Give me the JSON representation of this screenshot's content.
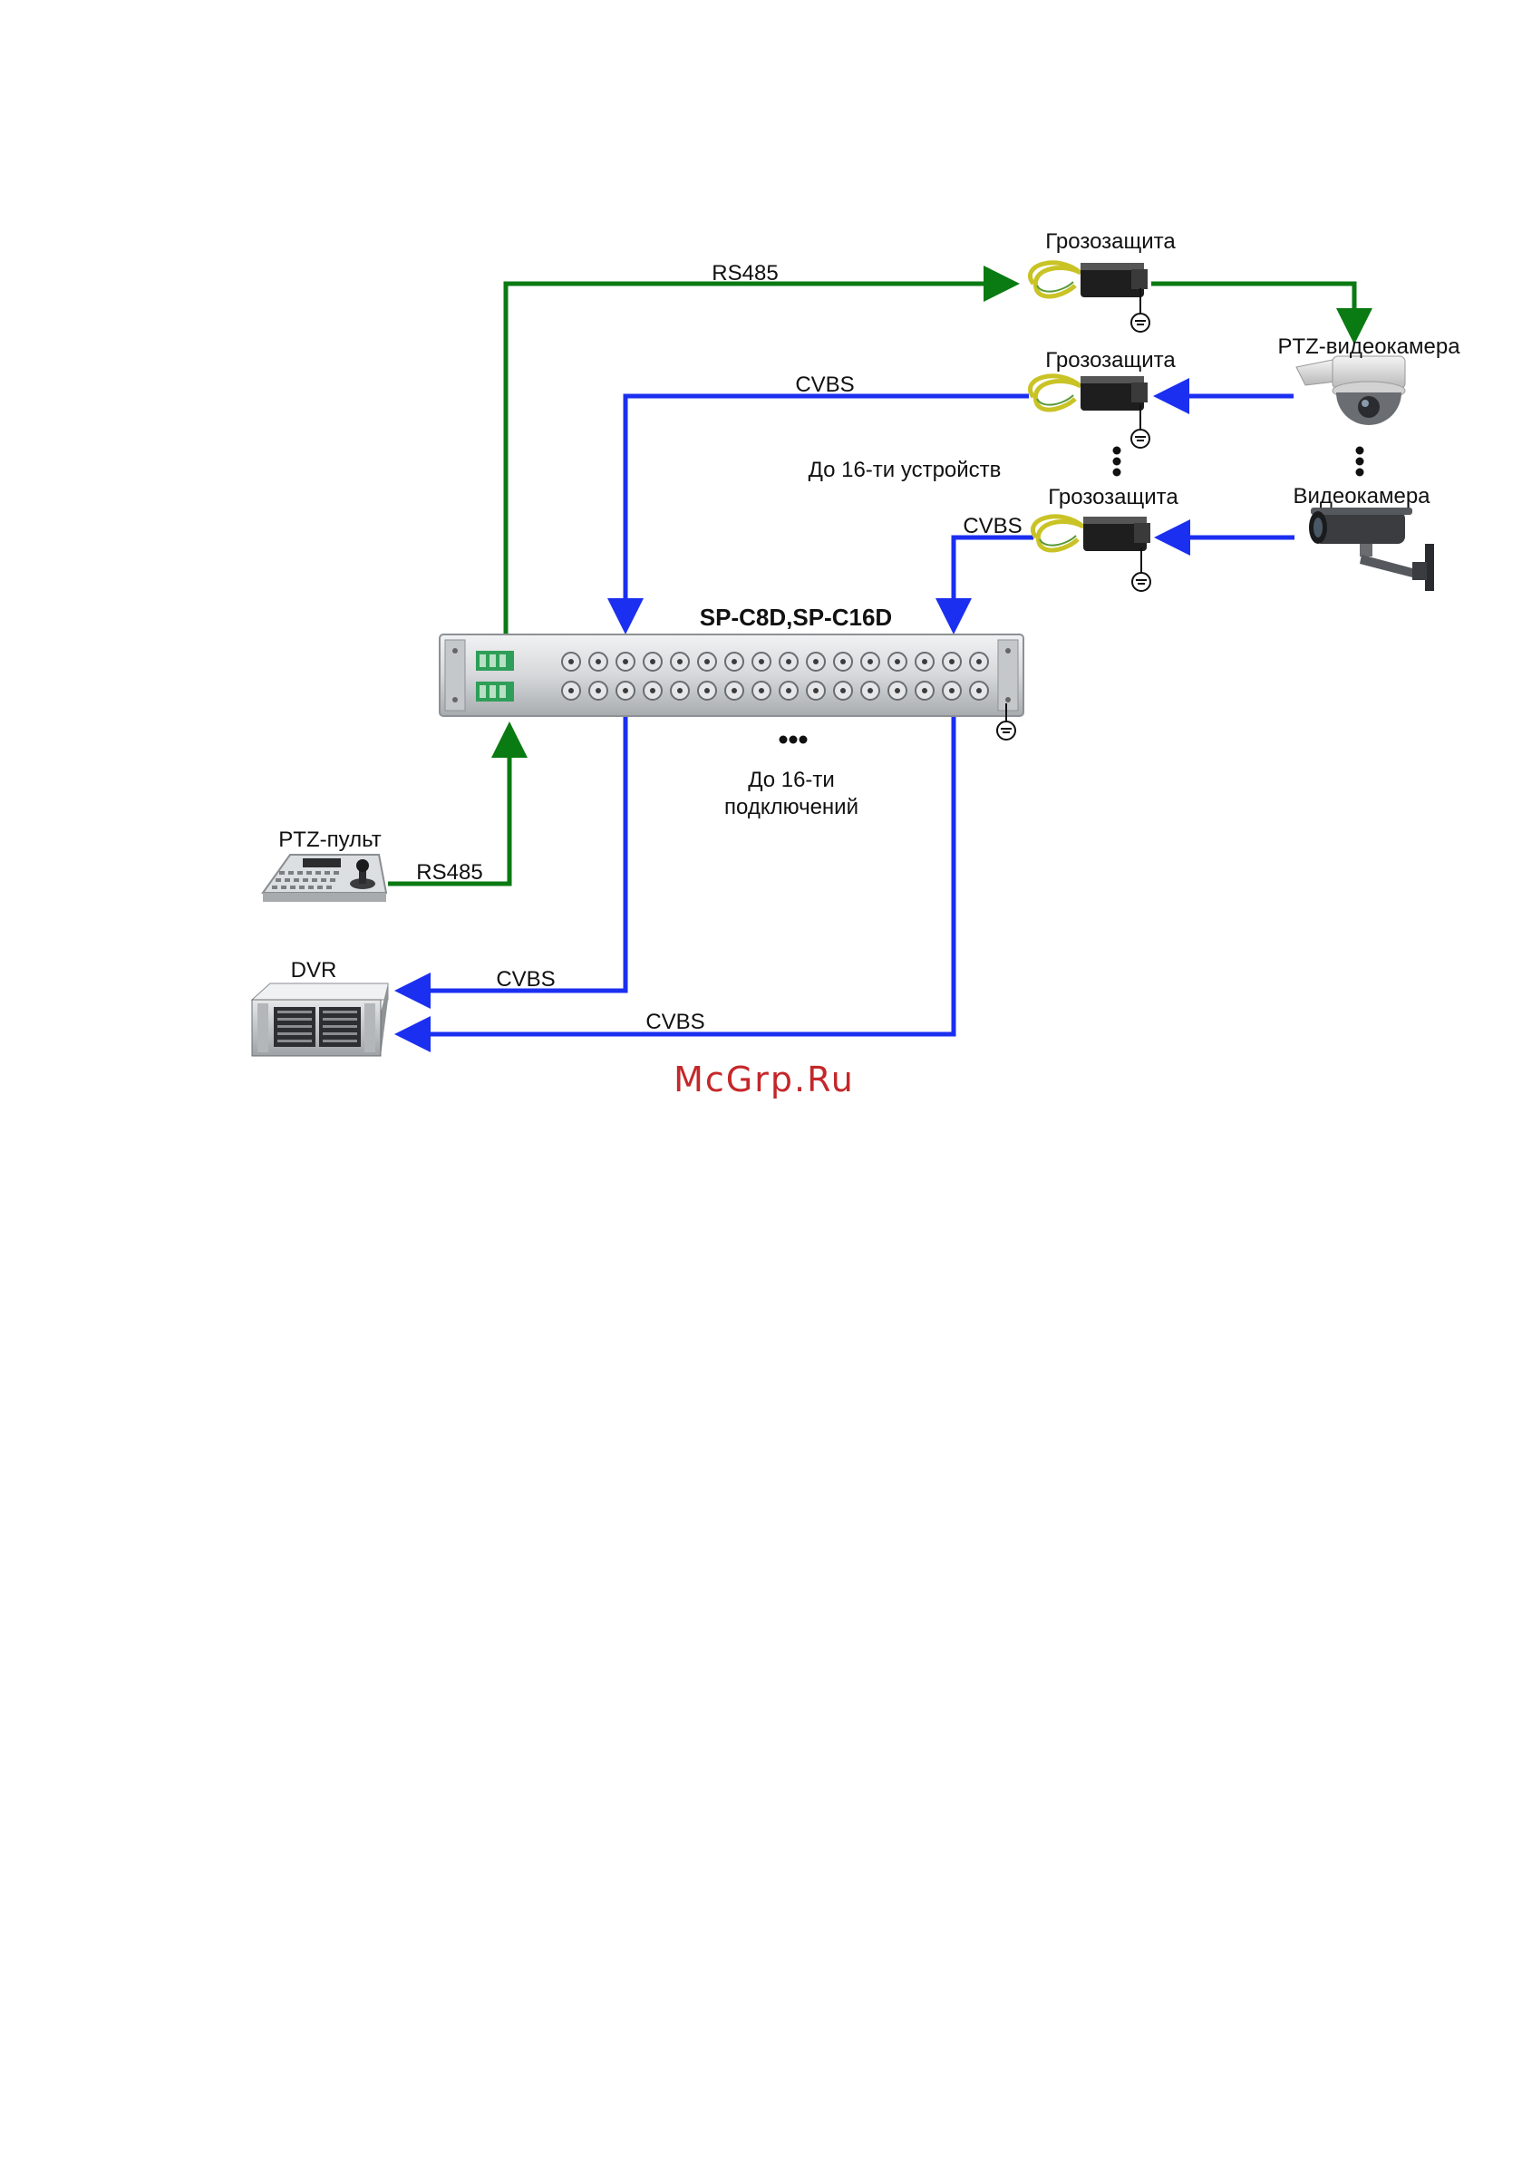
{
  "labels": {
    "rs485_top": "RS485",
    "cvbs_top": "CVBS",
    "cvbs_right": "CVBS",
    "rs485_bottom": "RS485",
    "cvbs_dvr1": "CVBS",
    "cvbs_dvr2": "CVBS",
    "surge1": "Грозозащита",
    "surge2": "Грозозащита",
    "surge3": "Грозозащита",
    "ptz_camera": "PTZ-видеокамера",
    "camera": "Видеокамера",
    "up_to_16_devices": "До 16-ти устройств",
    "device_model": "SP-C8D,SP-C16D",
    "up_to_16_line1": "До 16-ти",
    "up_to_16_line2": "подключений",
    "ptz_console": "PTZ-пульт",
    "dvr": "DVR",
    "dots": "•••"
  },
  "watermark": "McGrp.Ru",
  "colors": {
    "rs485_line": "#0a7a12",
    "cvbs_line": "#1b2ff0",
    "watermark": "#c4272a",
    "rack_panel": "#d8dadc",
    "connector_green": "#2e9e58"
  },
  "icons": [
    "surge-protector-icon",
    "ground-icon",
    "ptz-camera-icon",
    "box-camera-icon",
    "ptz-console-icon",
    "dvr-icon",
    "rack-panel-icon"
  ]
}
